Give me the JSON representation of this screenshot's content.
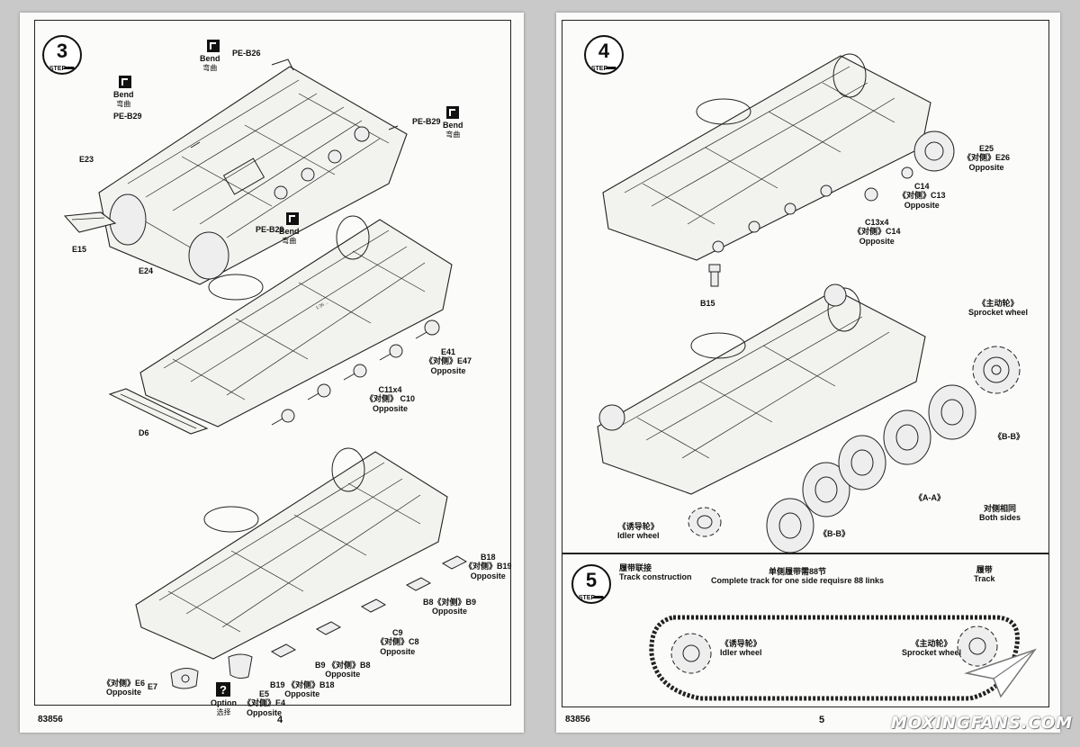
{
  "left_page": {
    "step3": {
      "number": "3",
      "label": "STEP"
    },
    "bend_icon": "bend-icon",
    "labels": {
      "bend_top": {
        "en": "Bend",
        "cn": "弯曲"
      },
      "pe_b26": "PE-B26",
      "bend_left": {
        "en": "Bend",
        "cn": "弯曲"
      },
      "pe_b29_left": "PE-B29",
      "pe_b29_right": "PE-B29",
      "bend_right": {
        "en": "Bend",
        "cn": "弯曲"
      },
      "e23": "E23",
      "e15": "E15",
      "e24": "E24",
      "pe_b29_bottom": "PE-B29",
      "bend_bottom": {
        "en": "Bend",
        "cn": "弯曲"
      },
      "e41_group": {
        "line1": "E41",
        "line2": "《对侧》E47",
        "line3": "Opposite"
      },
      "c11_group": {
        "line1": "C11x4",
        "line2": "《对侧》 C10",
        "line3": "Opposite"
      },
      "d6": "D6",
      "b18_group": {
        "line1": "B18",
        "line2": "《对侧》B19",
        "line3": "Opposite"
      },
      "b8_group": {
        "line1": "B8《对侧》B9",
        "line2": "Opposite"
      },
      "c9_group": {
        "line1": "C9",
        "line2": "《对侧》C8",
        "line3": "Opposite"
      },
      "b9_group": {
        "line1": "B9 《对侧》B8",
        "line2": "Opposite"
      },
      "b19_group": {
        "line1": "B19 《对侧》B18",
        "line2": "Opposite"
      },
      "e6_group": {
        "line1": "《对侧》E6",
        "line2": "Opposite"
      },
      "e7": "E7",
      "e5_group": {
        "line1": "E5",
        "line2": "《对侧》E4",
        "line3": "Opposite"
      },
      "option": {
        "en": "Option",
        "cn": "选择",
        "icon": "?"
      }
    },
    "kit_code": "83856",
    "page_number": "4"
  },
  "right_page": {
    "step4": {
      "number": "4",
      "label": "STEP"
    },
    "step5": {
      "number": "5",
      "label": "STEP"
    },
    "labels": {
      "e25_group": {
        "line1": "E25",
        "line2": "《对侧》E26",
        "line3": "Opposite"
      },
      "c14_group": {
        "line1": "C14",
        "line2": "《对侧》C13",
        "line3": "Opposite"
      },
      "c13_group": {
        "line1": "C13x4",
        "line2": "《对侧》C14",
        "line3": "Opposite"
      },
      "b15": "B15",
      "sprocket": {
        "cn": "《主动轮》",
        "en": "Sprocket wheel"
      },
      "bb_right": "《B-B》",
      "aa": "《A-A》",
      "both_sides": {
        "cn": "对侧相同",
        "en": "Both sides"
      },
      "idler": {
        "cn": "《诱导轮》",
        "en": "Idler wheel"
      },
      "bb_bottom": "《B-B》"
    },
    "step5_labels": {
      "track_construction": {
        "cn": "履带联接",
        "en": "Track construction"
      },
      "complete_track": {
        "cn": "单侧履带需88节",
        "en": "Complete track for one side requisre 88 links"
      },
      "track": {
        "cn": "履带",
        "en": "Track"
      },
      "idler": {
        "cn": "《诱导轮》",
        "en": "Idler wheel"
      },
      "sprocket": {
        "cn": "《主动轮》",
        "en": "Sprocket wheel"
      }
    },
    "kit_code": "83856",
    "page_number": "5"
  },
  "watermark": "MOXINGFANS.COM"
}
